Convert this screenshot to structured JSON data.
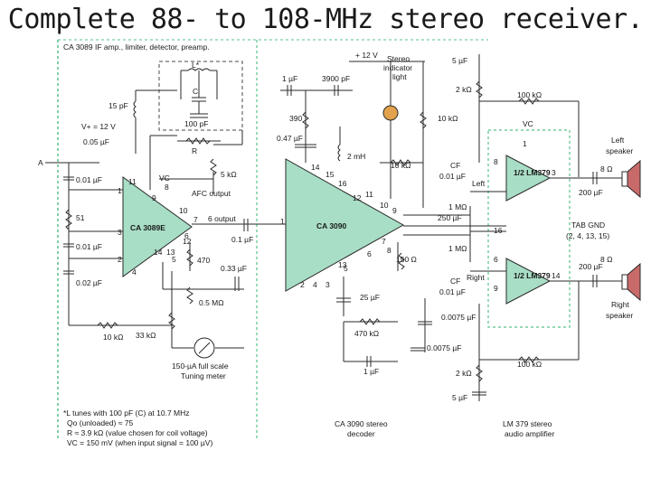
{
  "title": "Complete 88- to 108-MHz stereo receiver.",
  "colors": {
    "chip_fill": "#a8dec5",
    "border_green": "#58c08a",
    "wire": "#2a2a2a",
    "lamp": "#e2a24b"
  },
  "section1": {
    "header": "CA 3089 IF amp., limiter, detector, preamp.",
    "chip": "CA 3089E",
    "L_label": "L*",
    "C_label": "C",
    "C100": "100 pF",
    "R_label": "R",
    "c15": "15 pF",
    "vplus": "V+ = 12 V",
    "c005": "0.05 µF",
    "c001a": "0.01 µF",
    "r51": "51",
    "c001b": "0.01 µF",
    "c002": "0.02 µF",
    "r10k": "10 kΩ",
    "r33k": "33 kΩ",
    "vc": "VC",
    "r5k": "5 kΩ",
    "afc": "AFC output",
    "out6": "6 output",
    "c01": "0.1 µF",
    "r470": "470",
    "c033": "0.33 µF",
    "r05m": "0.5 MΩ",
    "meter1": "150-µA full scale",
    "meter2": "Tuning meter",
    "input_mark": "A",
    "pins": {
      "p1": "1",
      "p2": "2",
      "p3": "3",
      "p4": "4",
      "p5": "5",
      "p6": "6",
      "p7": "7",
      "p8": "8",
      "p9": "9",
      "p10": "10",
      "p11": "11",
      "p12": "12",
      "p13": "13",
      "p14": "14"
    }
  },
  "notes": {
    "n1": "*L tunes with 100 pF (C) at 10.7 MHz",
    "n2": "Qo (unloaded) ≈ 75",
    "n3": "R ≈ 3.9 kΩ (value chosen for coil voltage)",
    "n4": "VC = 150 mV (when input signal = 100 µV)"
  },
  "section2": {
    "chip": "CA 3090",
    "v12": "+ 12 V",
    "c1u": "1 µF",
    "c3900": "3900 pF",
    "r390": "390",
    "c047": "0.47 µF",
    "l2mh": "2 mH",
    "lamp1": "Stereo",
    "lamp2": "indicator",
    "lamp3": "light",
    "r10k": "10 kΩ",
    "r10kb": "10 kΩ",
    "r150": "150 Ω",
    "c25u": "25 µF",
    "r470k": "470 kΩ",
    "c1ub": "1 µF",
    "c00075": "0.0075 µF",
    "c00075b": "0.0075 µF",
    "cap1": "CA 3090 stereo",
    "cap2": "decoder",
    "pins": {
      "p1": "1",
      "p2": "2",
      "p3": "3",
      "p4": "4",
      "p5": "5",
      "p6": "6",
      "p7": "7",
      "p8": "8",
      "p9": "9",
      "p10": "10",
      "p11": "11",
      "p12": "12",
      "p13": "13",
      "p14": "14",
      "p15": "15",
      "p16": "16"
    }
  },
  "section3": {
    "chip_top": "1/2 LM379",
    "chip_bot": "1/2 LM379",
    "c5u_top": "5 µF",
    "r2k_top": "2 kΩ",
    "r100k_top": "100 kΩ",
    "vc": "VC",
    "cf_top": "CF",
    "c001_top": "0.01 µF",
    "left": "Left",
    "r1m_a": "1 MΩ",
    "c250": "250 µF",
    "r1m_b": "1 MΩ",
    "right": "Right",
    "cf_bot": "CF",
    "c001_bot": "0.01 µF",
    "c200_top": "200 µF",
    "c200_bot": "200 µF",
    "tab1": "TAB GND",
    "tab2": "(2, 4, 13, 15)",
    "ls": "Left",
    "ls2": "speaker",
    "rs": "Right",
    "rs2": "speaker",
    "ohm": "8 Ω",
    "ohmb": "8 Ω",
    "r100k_bot": "100 kΩ",
    "r2k_bot": "2 kΩ",
    "c5u_bot": "5 µF",
    "cap1": "LM 379 stereo",
    "cap2": "audio amplifier",
    "pins": {
      "p1": "1",
      "p3": "3",
      "p6": "6",
      "p8": "8",
      "p9": "9",
      "p14": "14",
      "p16": "16"
    }
  }
}
